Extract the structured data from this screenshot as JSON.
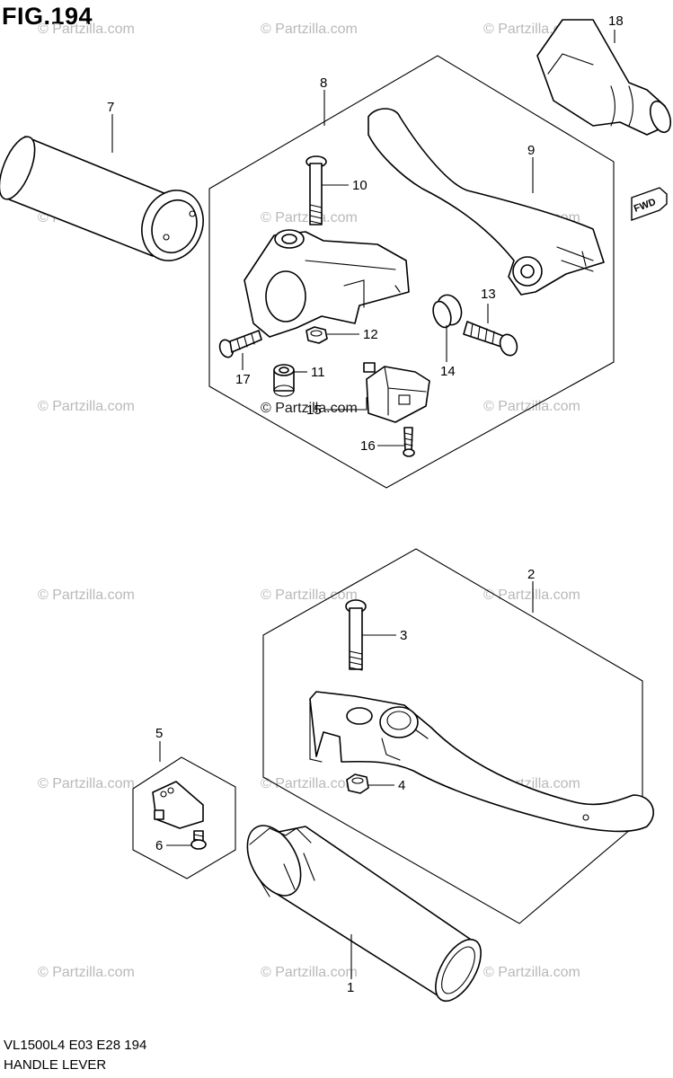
{
  "figure": {
    "title": "FIG.194"
  },
  "footer": {
    "model_code": "VL1500L4  E03  E28  194",
    "name": "HANDLE LEVER"
  },
  "watermark": {
    "text": "© Partzilla.com",
    "color": "#b9b9b9"
  },
  "direction_badge": {
    "text": "FWD"
  },
  "parts": [
    {
      "number": "1"
    },
    {
      "number": "2"
    },
    {
      "number": "3"
    },
    {
      "number": "4"
    },
    {
      "number": "5"
    },
    {
      "number": "6"
    },
    {
      "number": "7"
    },
    {
      "number": "8"
    },
    {
      "number": "9"
    },
    {
      "number": "10"
    },
    {
      "number": "11"
    },
    {
      "number": "12"
    },
    {
      "number": "13"
    },
    {
      "number": "14"
    },
    {
      "number": "15"
    },
    {
      "number": "16"
    },
    {
      "number": "17"
    },
    {
      "number": "18"
    }
  ]
}
